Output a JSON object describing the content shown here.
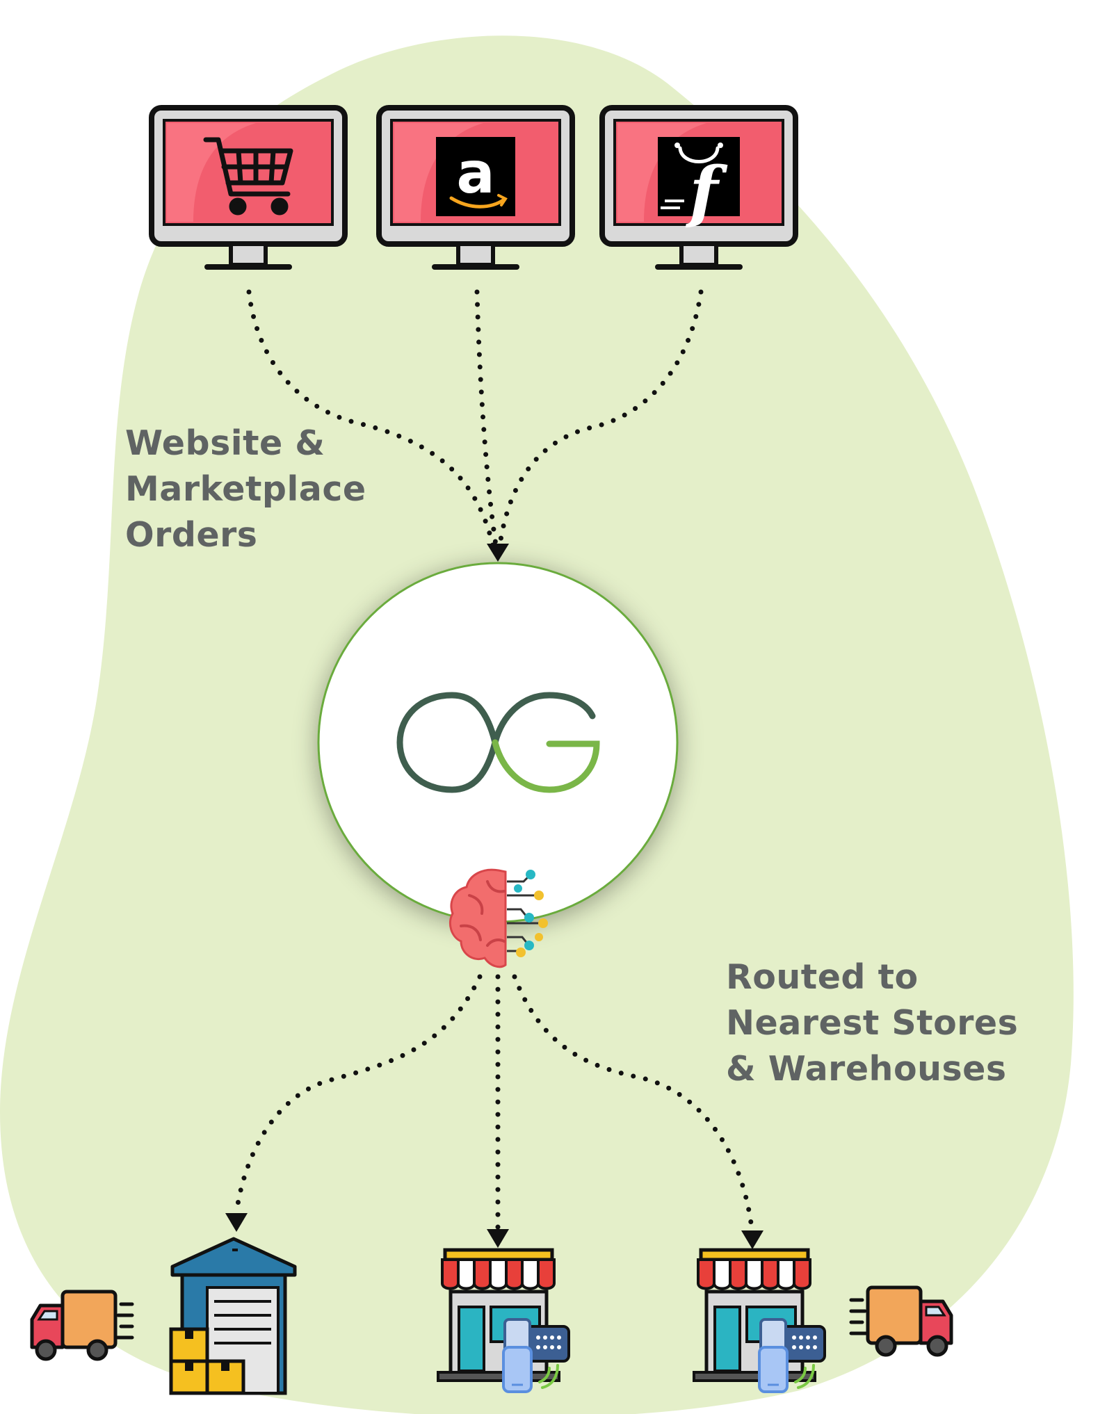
{
  "labels": {
    "orders": [
      "Website &",
      "Marketplace",
      "Orders"
    ],
    "routing": [
      "Routed to",
      "Nearest Stores",
      "& Warehouses"
    ]
  },
  "channels": [
    {
      "name": "shopping-cart-monitor",
      "icon": "shopping-cart-icon"
    },
    {
      "name": "amazon-monitor",
      "icon": "amazon-logo-icon",
      "glyph": "a"
    },
    {
      "name": "flipkart-monitor",
      "icon": "flipkart-logo-icon",
      "glyph": "f"
    }
  ],
  "hub": {
    "logo": "og-logo-icon",
    "engine_icon": "ai-brain-icon"
  },
  "destinations": [
    {
      "name": "warehouse",
      "icon": "warehouse-icon"
    },
    {
      "name": "store-1",
      "icon": "store-icon"
    },
    {
      "name": "store-2",
      "icon": "store-icon"
    }
  ],
  "trucks": [
    "delivery-truck-icon",
    "delivery-truck-icon"
  ],
  "colors": {
    "blob": "#e4efc9",
    "screen": "#f25d6e",
    "monitor_frame": "#1a1a1a",
    "hub_ring": "#6aab3e",
    "logo_green": "#7ab648",
    "logo_dark": "#3f5e4e",
    "label_text": "#5f6363",
    "truck_body": "#f2a65a",
    "truck_cab": "#e8475a",
    "warehouse_blue": "#2a7aa8",
    "box_yellow": "#f5c020",
    "awning_red": "#e8403a"
  }
}
